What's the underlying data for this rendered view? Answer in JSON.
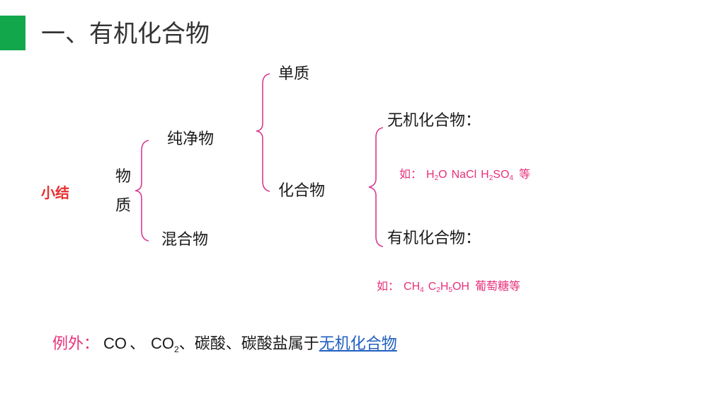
{
  "title": "一、有机化合物",
  "summary_label": "小结",
  "root": {
    "char1": "物",
    "char2": "质"
  },
  "level1": {
    "pure": "纯净物",
    "mixture": "混合物"
  },
  "level2": {
    "element": "单质",
    "compound": "化合物"
  },
  "level3": {
    "inorganic": "无机化合物：",
    "organic": "有机化合物："
  },
  "inorganic_examples": {
    "prefix": "如：",
    "items": [
      [
        {
          "t": "H"
        },
        {
          "s": "2"
        },
        {
          "t": "O"
        }
      ],
      [
        {
          "t": "NaCl"
        }
      ],
      [
        {
          "t": "H"
        },
        {
          "s": "2"
        },
        {
          "t": "SO"
        },
        {
          "s": "4"
        }
      ]
    ],
    "suffix": "等"
  },
  "organic_examples": {
    "prefix": "如：",
    "items": [
      [
        {
          "t": "CH"
        },
        {
          "s": "4"
        }
      ],
      [
        {
          "t": "C"
        },
        {
          "s": "2"
        },
        {
          "t": "H"
        },
        {
          "s": "5"
        },
        {
          "t": "OH"
        }
      ]
    ],
    "suffix": "葡萄糖等"
  },
  "exception": {
    "label": "例外：",
    "co": "CO",
    "sep1": "、",
    "co2_main": "CO",
    "co2_sub": "2",
    "rest": "、碳酸、碳酸盐属于",
    "link": "无机化合物"
  },
  "colors": {
    "accent": "#13a74c",
    "brace": "#d63b93",
    "highlight": "#e8307a",
    "summary": "#e8302f",
    "link": "#1f5fbf"
  }
}
